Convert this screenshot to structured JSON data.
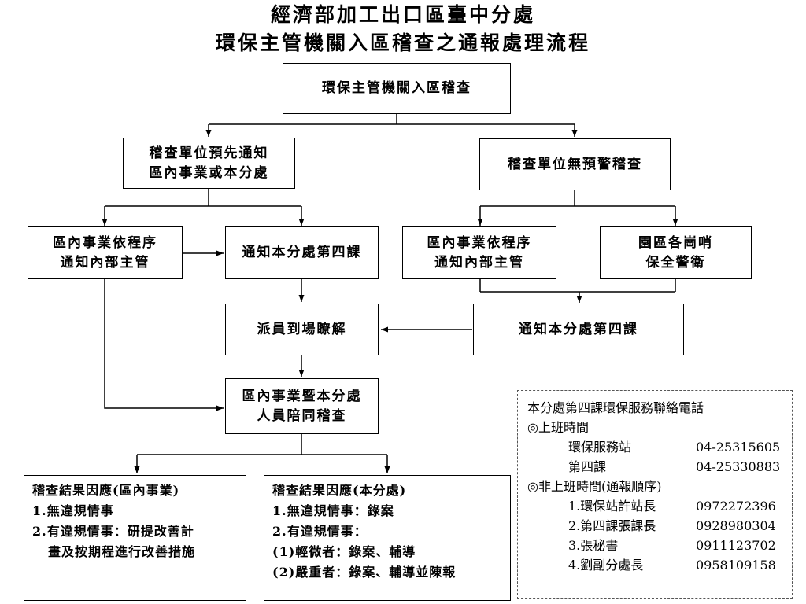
{
  "title": {
    "line1": "經濟部加工出口區臺中分處",
    "line2": "環保主管機關入區稽查之通報處理流程"
  },
  "nodes": {
    "top": "環保主管機關入區稽查",
    "notify_line1": "稽查單位預先通知",
    "notify_line2": "區內事業或本分處",
    "surprise": "稽查單位無預警稽查",
    "internal_left_line1": "區內事業依程序",
    "internal_left_line2": "通知內部主管",
    "notify_section_left": "通知本分處第四課",
    "internal_right_line1": "區內事業依程序",
    "internal_right_line2": "通知內部主管",
    "guard_line1": "園區各崗哨",
    "guard_line2": "保全警衛",
    "dispatch": "派員到場瞭解",
    "notify_section_right": "通知本分處第四課",
    "joint_line1": "區內事業暨本分處",
    "joint_line2": "人員陪同稽查"
  },
  "results": {
    "enterprise": {
      "heading": "稽查結果因應(區內事業)",
      "item1": "1.無違規情事",
      "item2": "2.有違規情事：研提改善計",
      "item2_cont": "畫及按期程進行改善措施"
    },
    "office": {
      "heading": "稽查結果因應(本分處)",
      "item1": "1.無違規情事：錄案",
      "item2": "2.有違規情事：",
      "item3": "(1)輕微者：錄案、輔導",
      "item4": "(2)嚴重者：錄案、輔導並陳報"
    }
  },
  "contact": {
    "heading": "本分處第四課環保服務聯絡電話",
    "office_hours": "◎上班時間",
    "station_label": "環保服務站",
    "station_phone": "04-25315605",
    "section_label": "第四課",
    "section_phone": "04-25330883",
    "after_hours": "◎非上班時間(通報順序)",
    "people": [
      {
        "name": "1.環保站許站長",
        "phone": "0972272396"
      },
      {
        "name": "2.第四課張課長",
        "phone": "0928980304"
      },
      {
        "name": "3.張秘書",
        "phone": "0911123702"
      },
      {
        "name": "4.劉副分處長",
        "phone": "0958109158"
      }
    ]
  }
}
